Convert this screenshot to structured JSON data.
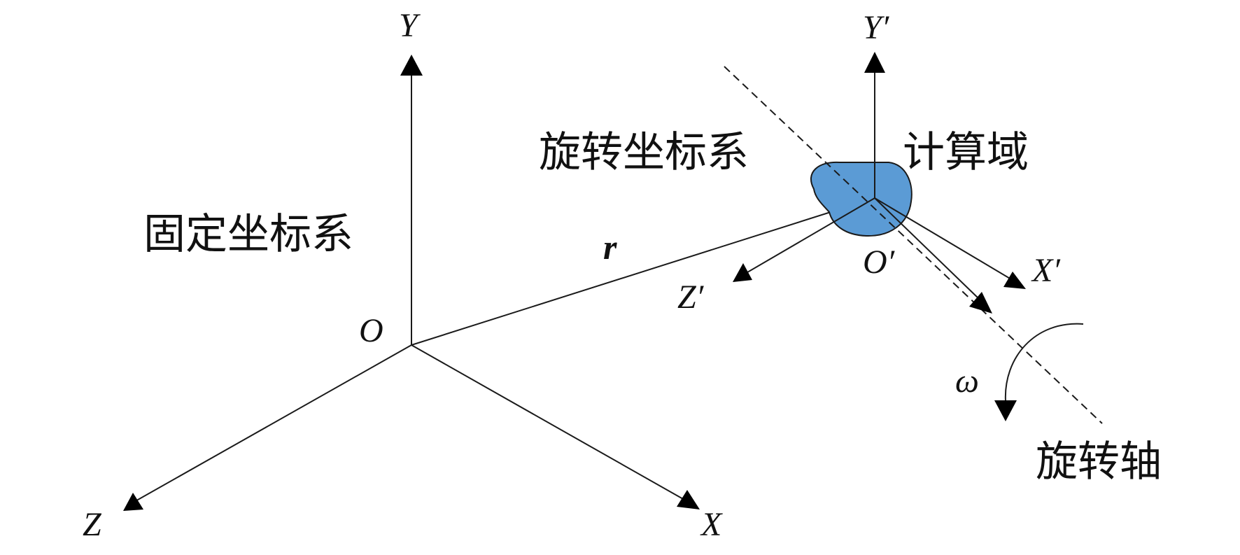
{
  "labels": {
    "fixed_frame": "固定坐标系",
    "rotating_frame": "旋转坐标系",
    "computational_domain": "计算域",
    "rotation_axis": "旋转轴"
  },
  "axes_fixed": {
    "origin": "O",
    "x": "X",
    "y": "Y",
    "z": "Z"
  },
  "axes_rotating": {
    "origin": "O′",
    "x": "X′",
    "y": "Y′",
    "z": "Z′"
  },
  "vector_label": "r",
  "angular_velocity_label": "ω",
  "colors": {
    "domain_fill": "#5b9bd5",
    "domain_stroke": "#1a1a1a",
    "line": "#1a1a1a"
  }
}
